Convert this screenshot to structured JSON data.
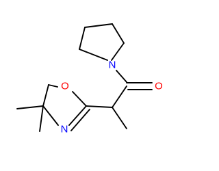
{
  "molecule": {
    "atoms": {
      "pyrrolidine_nitrogen": {
        "label": "N",
        "color": "#0000ff"
      },
      "carbonyl_oxygen": {
        "label": "O",
        "color": "#ff0000"
      },
      "oxazoline_oxygen": {
        "label": "O",
        "color": "#ff0000"
      },
      "oxazoline_nitrogen": {
        "label": "N",
        "color": "#0000ff"
      }
    },
    "bond_color": "#000000"
  }
}
